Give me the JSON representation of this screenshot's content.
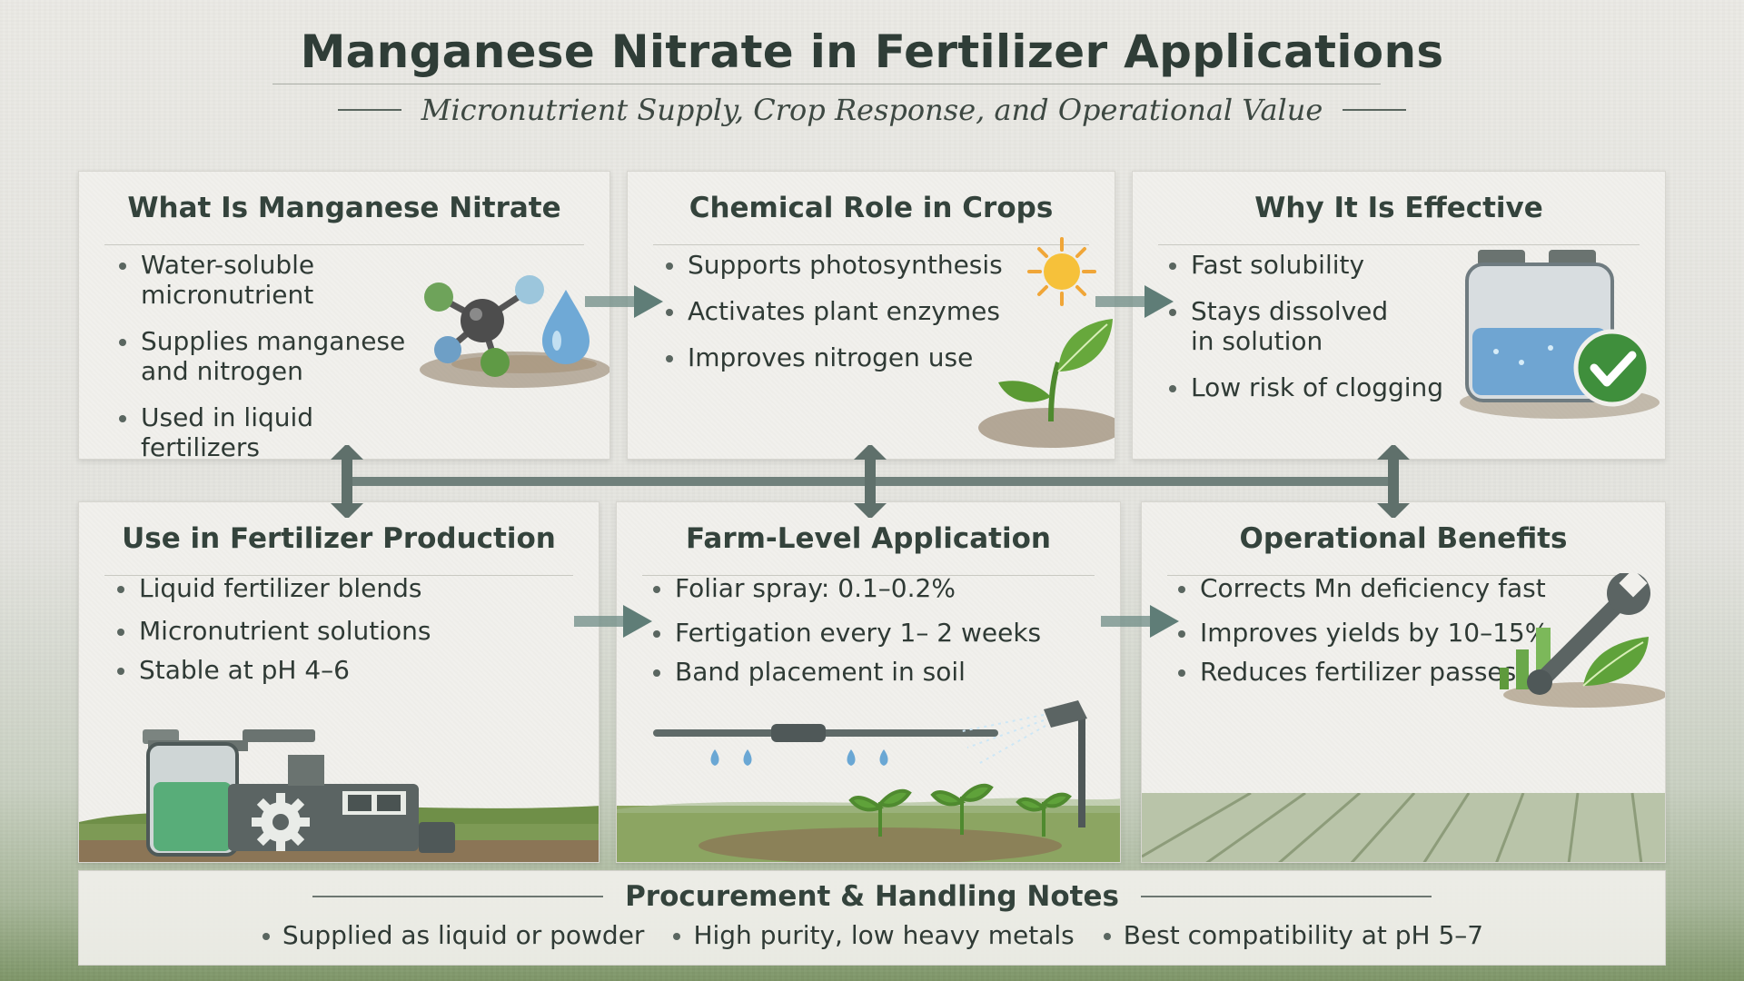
{
  "header": {
    "title": "Manganese Nitrate in Fertilizer Applications",
    "subtitle": "Micronutrient Supply, Crop Response, and Operational Value"
  },
  "panels": [
    {
      "title": "What Is Manganese Nitrate",
      "items": [
        "Water-soluble\nmicronutrient",
        "Supplies manganese\nand nitrogen",
        "Used in liquid fertilizers"
      ]
    },
    {
      "title": "Chemical Role in Crops",
      "items": [
        "Supports photosynthesis",
        "Activates plant enzymes",
        "Improves nitrogen use"
      ]
    },
    {
      "title": "Why It Is Effective",
      "items": [
        "Fast solubility",
        "Stays dissolved\nin solution",
        "Low risk of clogging"
      ]
    },
    {
      "title": "Use in Fertilizer Production",
      "items": [
        "Liquid fertilizer blends",
        "Micronutrient solutions",
        "Stable at pH 4–6"
      ]
    },
    {
      "title": "Farm-Level Application",
      "items": [
        "Foliar spray: 0.1–0.2%",
        "Fertigation every 1– 2 weeks",
        "Band placement in soil"
      ]
    },
    {
      "title": "Operational Benefits",
      "items": [
        "Corrects Mn deficiency fast",
        "Improves yields by 10–15%",
        "Reduces fertilizer passes"
      ]
    }
  ],
  "notes": {
    "title": "Procurement & Handling Notes",
    "items": [
      "Supplied as liquid or powder",
      "High purity, low heavy metals",
      "Best compatibility at pH 5–7"
    ]
  },
  "icons": [
    "molecule-icon",
    "water-drop-icon",
    "sun-icon",
    "leaf-sprout-icon",
    "tank-check-icon",
    "factory-tank-icon",
    "gear-icon",
    "irrigation-sprinkler-icon",
    "wrench-leaf-icon"
  ],
  "colors": {
    "accent_teal": "#5f7d77",
    "leaf_green": "#5e9a3c",
    "water_blue": "#7fb4d8",
    "text": "#2f3a35"
  }
}
